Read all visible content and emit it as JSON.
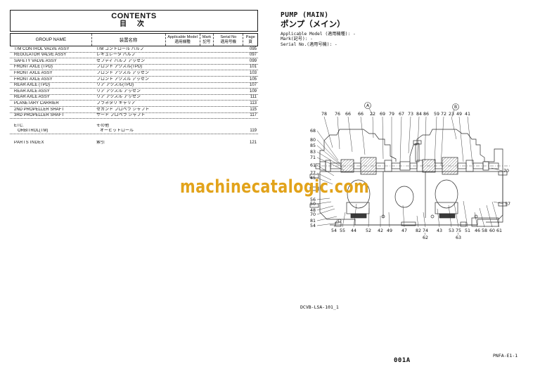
{
  "contents_table": {
    "title_en": "CONTENTS",
    "title_ja": "目 次",
    "headers": {
      "group_name": "GROUP NAME",
      "device_name_ja": "装置名称",
      "applicable_model_en": "Applicable Model",
      "applicable_model_ja": "適用機種",
      "mark_en": "Mark",
      "mark_ja": "記号",
      "serial_en": "Serial No",
      "serial_ja": "適用号機",
      "page_en": "Page",
      "page_ja": "頁"
    },
    "rows": [
      {
        "en": "T/M CONTROL VALVE ASSY",
        "ja": "T/M コントロール バルブ",
        "page": "095"
      },
      {
        "en": "REGULATOR VALVE ASSY",
        "ja": "レギュレータ バルブ",
        "page": "097"
      },
      {
        "en": "SAFETY VALVE ASSY",
        "ja": "セフティ バルブ アッセン",
        "page": "099"
      },
      {
        "en": "FRONT AXLE (TPD)",
        "ja": "フロント アクスル(TPD)",
        "page": "101"
      },
      {
        "en": "FRONT AXLE ASSY",
        "ja": "フロント アクスル アッセン",
        "page": "103"
      },
      {
        "en": "FRONT AXLE ASSY",
        "ja": "フロント アクスル アッセン",
        "page": "105"
      },
      {
        "en": "REAR AXLE (TPD)",
        "ja": "リア アクスル(TPD)",
        "page": "107"
      },
      {
        "en": "REAR AXLE ASSY",
        "ja": "リア アクスル アッセン",
        "page": "109"
      },
      {
        "en": "REAR AXLE ASSY",
        "ja": "リア アクスル アッセン",
        "page": "111"
      },
      {
        "en": "PLANETARY CARRIER",
        "ja": "プラネタリ キャリア",
        "page": "113"
      },
      {
        "en": "2ND PROPELLER SHAFT",
        "ja": "セカンド プロペラ シャフト",
        "page": "115"
      },
      {
        "en": "3RD PROPELLER SHAFT",
        "ja": "サード プロペラ シャフト",
        "page": "117"
      }
    ],
    "etc": {
      "en": "ETC.",
      "ja": "その他"
    },
    "etc_rows": [
      {
        "en": "ORBITROL(TM)",
        "ja": "オービットロール",
        "page": "119"
      }
    ],
    "parts_index": {
      "en": "PARTS INDEX",
      "ja": "索引",
      "page": "121"
    }
  },
  "section_header": {
    "title_en": "PUMP (MAIN)",
    "title_ja": "ポンプ（メイン）",
    "applicable_model": "Applicable Model (適用機種): -",
    "mark": "Mark(記号): -",
    "serial_no": "Serial No.(適用号機): -"
  },
  "diagram": {
    "figure_code": "DCVB-LSA-101_1",
    "view_labels": [
      "A",
      "B"
    ],
    "top_labels": [
      "78",
      "76",
      "66",
      "66",
      "22",
      "69",
      "79",
      "67",
      "73",
      "84",
      "86",
      "59",
      "72",
      "23",
      "49",
      "41"
    ],
    "left_labels": [
      "68",
      "80",
      "85",
      "83",
      "71",
      "61",
      "77",
      "45",
      "56",
      "50",
      "48",
      "70",
      "81",
      "54"
    ],
    "bottom_labels": [
      "54",
      "55",
      "44",
      "52",
      "42",
      "49",
      "47",
      "82",
      "74",
      "43",
      "53",
      "75",
      "51",
      "46",
      "58",
      "60",
      "61"
    ],
    "bottom_sub_labels": [
      "62",
      "63"
    ],
    "right_labels": [
      "70",
      "57"
    ],
    "line_color": "#2b2b2b"
  },
  "watermark": {
    "text": "machinecatalogic.com",
    "color": "#E2A31B"
  },
  "footer": {
    "page_number": "001A",
    "doc_code": "PNFA-E1-1"
  }
}
